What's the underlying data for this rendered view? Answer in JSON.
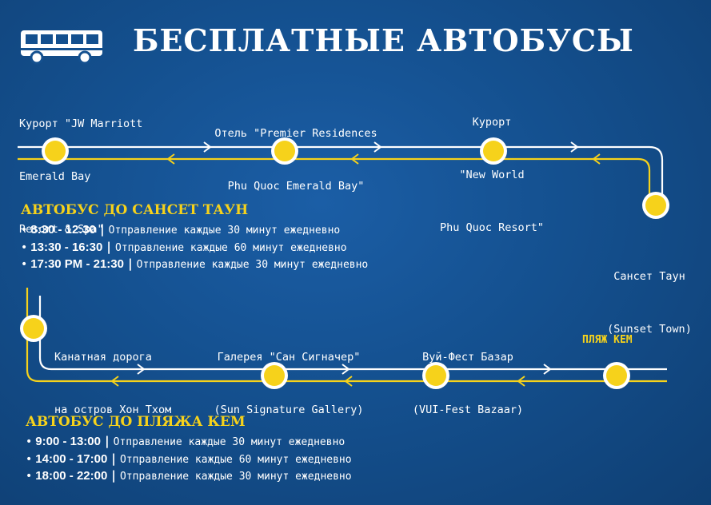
{
  "header": {
    "title": "БЕСПЛАТНЫЕ АВТОБУСЫ",
    "icon": "bus-icon"
  },
  "colors": {
    "background": "#14508f",
    "accent": "#f6d21b",
    "line_white": "#ffffff"
  },
  "route_top": {
    "stops": [
      {
        "lines": [
          "Курорт \"JW Marriott",
          "Emerald Bay",
          "Resort & Spa\""
        ]
      },
      {
        "lines": [
          "Отель \"Premier Residences",
          "Phu Quoc Emerald Bay\""
        ]
      },
      {
        "lines": [
          "Курорт",
          "\"New World",
          "Phu Quoc Resort\""
        ]
      },
      {
        "lines": [
          "Сансет Таун",
          "(Sunset Town)"
        ]
      }
    ]
  },
  "schedule_top": {
    "title": "АВТОБУС ДО САНСЕТ ТАУН",
    "rows": [
      {
        "time": "8:30 - 12:30",
        "desc": "Отправление каждые 30 минут ежедневно"
      },
      {
        "time": "13:30 - 16:30",
        "desc": "Отправление каждые 60 минут ежедневно"
      },
      {
        "time": "17:30 PM - 21:30",
        "desc": "Отправление каждые 30 минут ежедневно"
      }
    ]
  },
  "route_bottom": {
    "stops": [
      {
        "lines": [
          "Канатная дорога",
          "на остров Хон Тхом"
        ]
      },
      {
        "lines": [
          "Галерея \"Сан Сигначер\"",
          "(Sun Signature Gallery)"
        ]
      },
      {
        "lines": [
          "Вуй-Фест Базар",
          "(VUI-Fest Bazaar)"
        ]
      },
      {
        "lines": [
          "ПЛЯЖ КЕМ"
        ]
      }
    ]
  },
  "schedule_bottom": {
    "title": "АВТОБУС ДО ПЛЯЖА КЕМ",
    "rows": [
      {
        "time": "9:00 - 13:00",
        "desc": "Отправление каждые 30 минут ежедневно"
      },
      {
        "time": "14:00 - 17:00",
        "desc": "Отправление каждые 60 минут ежедневно"
      },
      {
        "time": "18:00 - 22:00",
        "desc": "Отправление каждые 30 минут ежедневно"
      }
    ]
  }
}
